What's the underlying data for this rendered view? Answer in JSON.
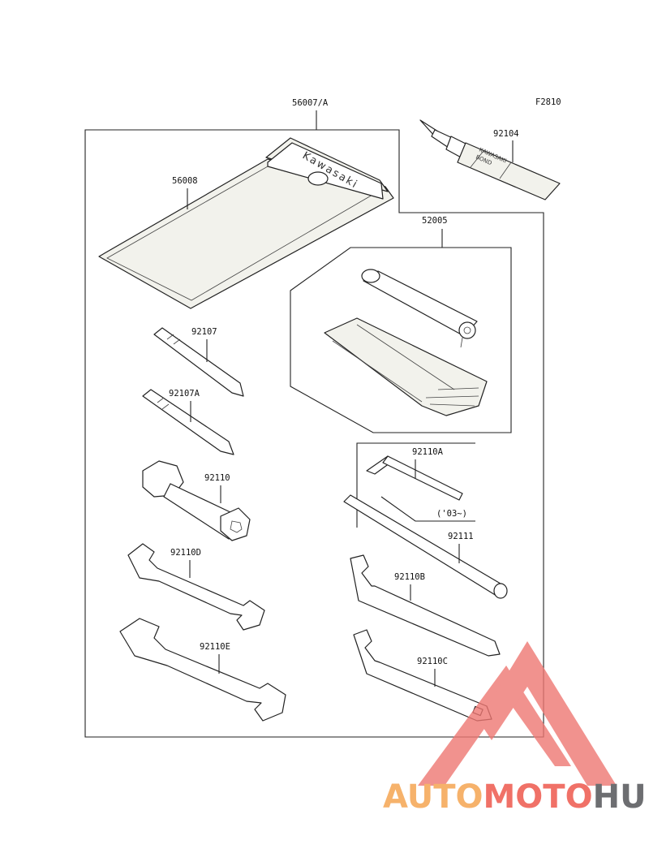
{
  "figure_code": "F2810",
  "parts": [
    {
      "id": "56007/A"
    },
    {
      "id": "56008"
    },
    {
      "id": "92104"
    },
    {
      "id": "52005"
    },
    {
      "id": "92107"
    },
    {
      "id": "92107A"
    },
    {
      "id": "92110"
    },
    {
      "id": "92110A"
    },
    {
      "id": "92111"
    },
    {
      "id": "92110D"
    },
    {
      "id": "92110B"
    },
    {
      "id": "92110E"
    },
    {
      "id": "92110C"
    }
  ],
  "year_note": "('03~)",
  "case_brand": "Kawasaki",
  "tube_label_lines": [
    "KAWASAKI",
    "BOND"
  ],
  "watermark": {
    "parts": [
      "AUTO",
      "MOTO",
      "HUB"
    ],
    "colors": [
      "#f6b26b",
      "#f07167",
      "#6d6e71"
    ],
    "logo_color": "#ee7772"
  }
}
